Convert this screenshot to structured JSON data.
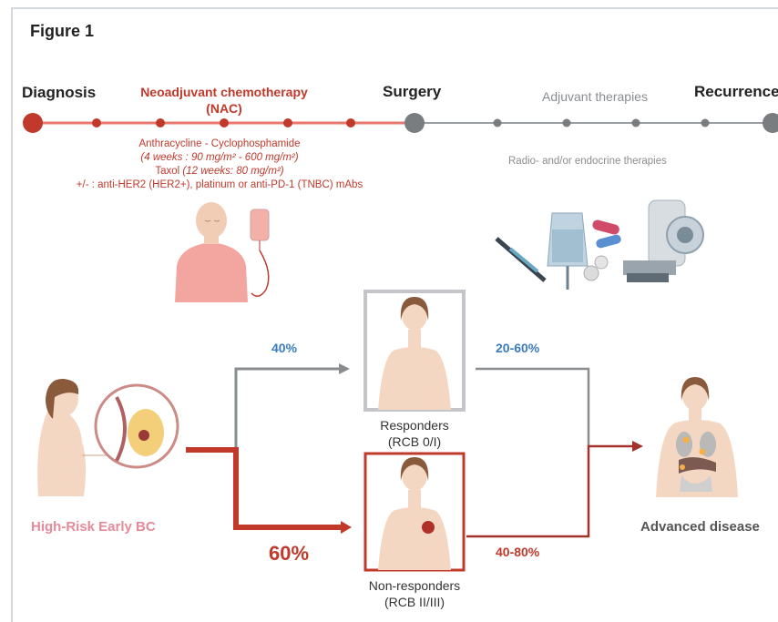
{
  "figure_label": "Figure 1",
  "timeline": {
    "diagnosis": "Diagnosis",
    "nac_title_line1": "Neoadjuvant chemotherapy",
    "nac_title_line2": "(NAC)",
    "surgery": "Surgery",
    "adjuvant": "Adjuvant therapies",
    "recurrence": "Recurrence",
    "nac_details": {
      "line1": "Anthracycline - Cyclophosphamide",
      "line2": "(4 weeks : 90 mg/m² - 600 mg/m²)",
      "line3_a": "Taxol ",
      "line3_b": "(12 weeks: 80 mg/m²)",
      "line4": "+/- : anti-HER2 (HER2+), platinum or anti-PD-1 (TNBC) mAbs"
    },
    "adjuvant_details": "Radio- and/or endocrine therapies"
  },
  "flow": {
    "start_label": "High-Risk Early BC",
    "pct_responders": "40%",
    "pct_nonresponders": "60%",
    "responders_line1": "Responders",
    "responders_line2": "(RCB 0/I)",
    "nonresponders_line1": "Non-responders",
    "nonresponders_line2": "(RCB II/III)",
    "pct_resp_to_adv": "20-60%",
    "pct_nonresp_to_adv": "40-80%",
    "end_label": "Advanced disease"
  },
  "colors": {
    "red": "#c0392b",
    "dark_red": "#a3322b",
    "gray": "#7f8286",
    "blue": "#3a7cc1",
    "pink_label": "#e68a99",
    "skin": "#f4d7c3",
    "hair": "#8a5a3c"
  }
}
